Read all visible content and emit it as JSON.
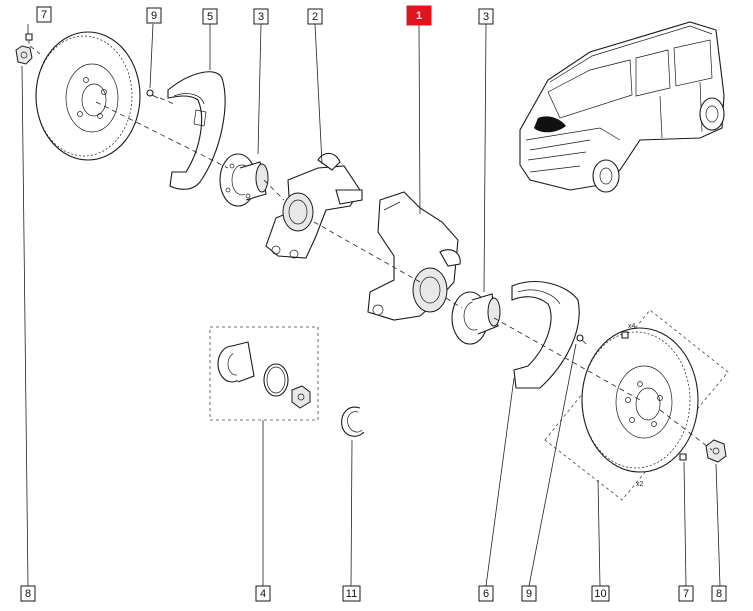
{
  "callouts": [
    {
      "label": "7"
    },
    {
      "label": "9"
    },
    {
      "label": "5"
    },
    {
      "label": "3"
    },
    {
      "label": "2"
    },
    {
      "label": "1"
    },
    {
      "label": "3"
    },
    {
      "label": "8"
    },
    {
      "label": "4"
    },
    {
      "label": "11"
    },
    {
      "label": "6"
    },
    {
      "label": "9"
    },
    {
      "label": "10"
    },
    {
      "label": "7"
    },
    {
      "label": "8"
    }
  ],
  "annotations": {
    "qty_bolts": "x4",
    "qty_disc": "x2"
  },
  "colors": {
    "primary_callout": "#e0141e",
    "line": "#1a1a1a"
  }
}
